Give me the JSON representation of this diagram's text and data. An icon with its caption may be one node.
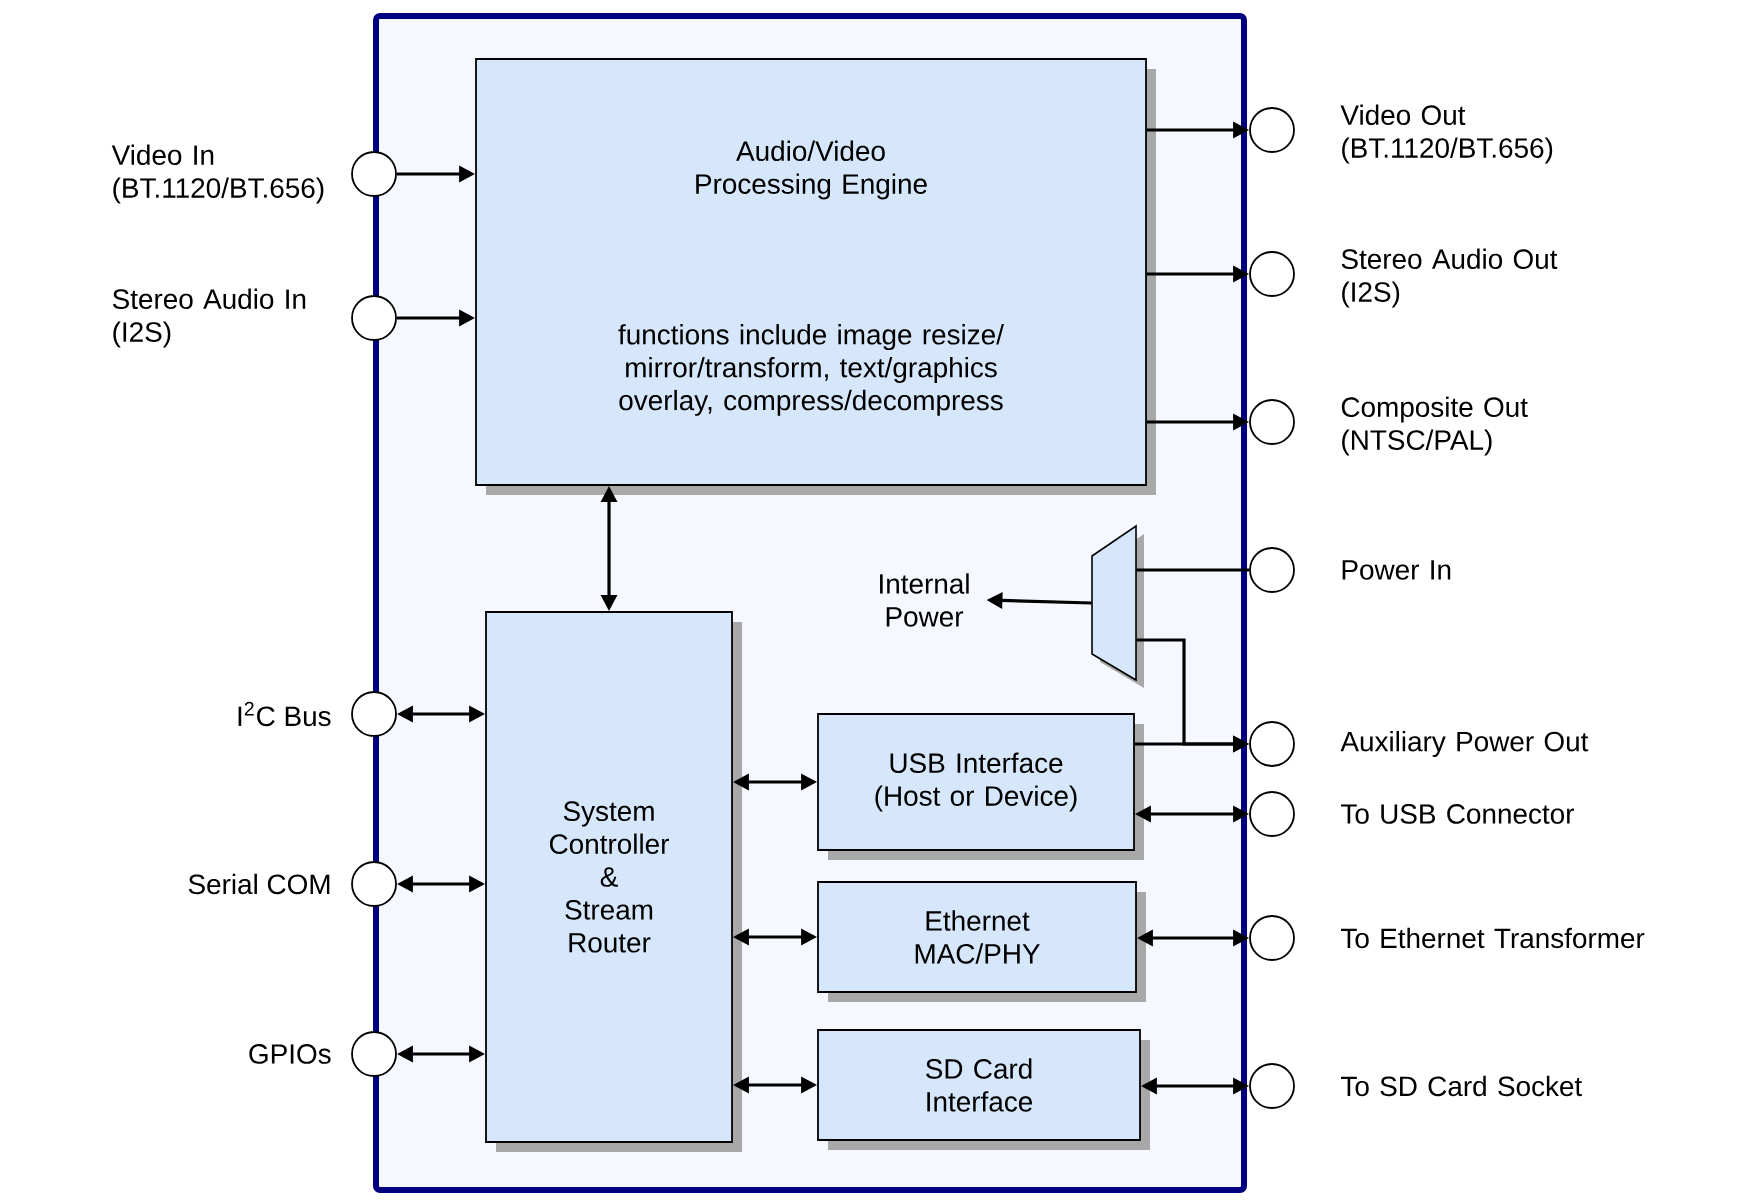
{
  "diagram": {
    "nodes": [
      {
        "text": [],
        "shape": "box"
      },
      {
        "text": [
          "Audio/Video Processing Engine",
          "functions include image resize/ mirror/transform, text/graphics overlay, compress/decompress"
        ],
        "in": 0
      },
      {
        "text": [
          "System Controller & Stream Router"
        ],
        "in": 0
      },
      {
        "text": [
          "USB Interface (Host or Device)"
        ],
        "in": 0
      },
      {
        "text": [
          "Ethernet MAC/PHY"
        ],
        "in": 0
      },
      {
        "text": [
          "SD Card Interface"
        ],
        "in": 0
      },
      {
        "text": [],
        "shape": "trapezoid",
        "in": 0
      },
      {
        "text": [
          "Internal Power"
        ],
        "in": 0
      },
      {
        "text": [],
        "shape": "circle",
        "beside": [
          "Video In (BT.1120/BT.656)"
        ]
      },
      {
        "text": [],
        "shape": "circle",
        "beside": [
          "Stereo Audio In (I2S)"
        ]
      },
      {
        "text": [],
        "shape": "circle",
        "beside": [
          "I$^{2}$C Bus"
        ]
      },
      {
        "text": [],
        "shape": "circle",
        "beside": [
          "Serial COM"
        ]
      },
      {
        "text": [],
        "shape": "circle",
        "beside": [
          "GPIOs"
        ]
      },
      {
        "text": [],
        "shape": "circle",
        "beside": [
          "Video Out (BT.1120/BT.656)"
        ]
      },
      {
        "text": [],
        "shape": "circle",
        "beside": [
          "Stereo Audio Out (I2S)"
        ]
      },
      {
        "text": [],
        "shape": "circle",
        "beside": [
          "Composite Out (NTSC/PAL)"
        ]
      },
      {
        "text": [],
        "shape": "circle",
        "beside": [
          "Power In"
        ]
      },
      {
        "text": [],
        "shape": "circle",
        "beside": [
          "Auxiliary Power Out"
        ]
      },
      {
        "text": [],
        "shape": "circle",
        "beside": [
          "To USB Connector"
        ]
      },
      {
        "text": [],
        "shape": "circle",
        "beside": [
          "To Ethernet Transformer"
        ]
      },
      {
        "text": [],
        "shape": "circle",
        "beside": [
          "To SD Card Socket"
        ]
      }
    ],
    "edges": [
      {
        "from": 8,
        "to": 1,
        "arrow": "to"
      },
      {
        "from": 9,
        "to": 1,
        "arrow": "to"
      },
      {
        "from": 1,
        "to": 13,
        "arrow": "to"
      },
      {
        "from": 1,
        "to": 14,
        "arrow": "to"
      },
      {
        "from": 1,
        "to": 15,
        "arrow": "to"
      },
      {
        "from": 1,
        "to": 2,
        "arrow": "both"
      },
      {
        "from": 10,
        "to": 2,
        "arrow": "both"
      },
      {
        "from": 11,
        "to": 2,
        "arrow": "both"
      },
      {
        "from": 12,
        "to": 2,
        "arrow": "both"
      },
      {
        "from": 16,
        "to": 6,
        "arrow": "none"
      },
      {
        "from": 6,
        "to": 7,
        "arrow": "to"
      },
      {
        "from": 6,
        "to": 17,
        "arrow": "to"
      },
      {
        "from": 2,
        "to": 3,
        "arrow": "both"
      },
      {
        "from": 3,
        "to": 17,
        "arrow": "to"
      },
      {
        "from": 3,
        "to": 18,
        "arrow": "both"
      },
      {
        "from": 2,
        "to": 4,
        "arrow": "both"
      },
      {
        "from": 4,
        "to": 19,
        "arrow": "both"
      },
      {
        "from": 2,
        "to": 5,
        "arrow": "both"
      },
      {
        "from": 5,
        "to": 20,
        "arrow": "both"
      }
    ]
  }
}
